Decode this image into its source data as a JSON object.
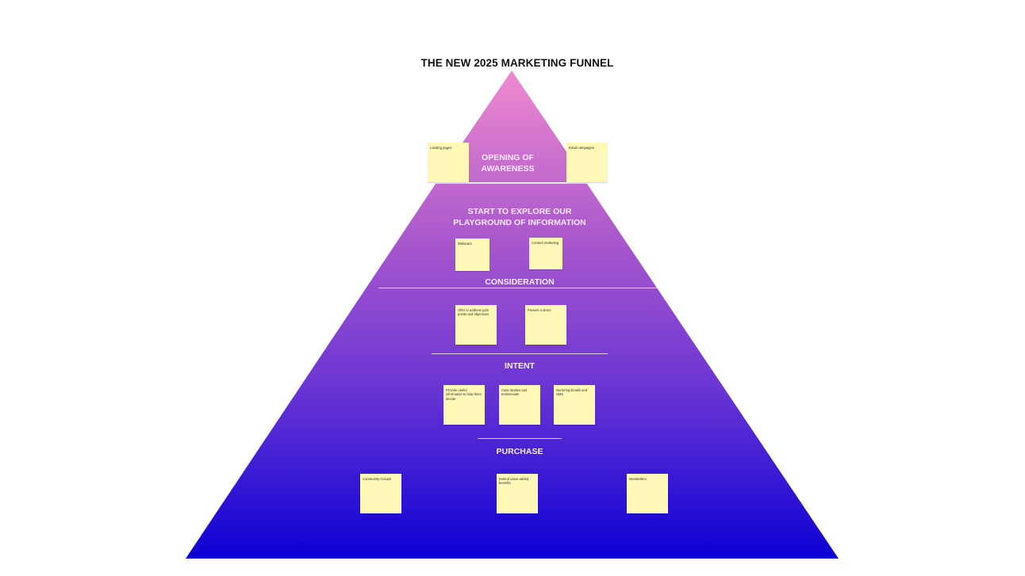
{
  "title": "THE NEW 2025 MARKETING FUNNEL",
  "colors": {
    "funnel_top": "#f08ad0",
    "funnel_bottom": "#0c00d4",
    "sticky_note": "#fef7b5",
    "stage_text": "#f4ecff"
  },
  "stages": [
    {
      "label": "OPENING OF\nAWARENESS",
      "notes": [
        "Landing pages",
        "Email campaigns"
      ]
    },
    {
      "label": "START TO EXPLORE OUR\nPLAYGROUND OF INFORMATION",
      "notes": [
        "Webinars",
        "Content marketing"
      ]
    },
    {
      "label": "CONSIDERATION",
      "notes": [
        "Offer to address pain points and objections",
        "Present a demo"
      ]
    },
    {
      "label": "INTENT",
      "notes": [
        "Provide useful information to help them decide",
        "Case studies and testimonials",
        "Nurturing Emails and SMS"
      ]
    },
    {
      "label": "PURCHASE",
      "notes": [
        "Community Groups",
        "Extend value-added benefits",
        "Newsletters"
      ]
    }
  ]
}
